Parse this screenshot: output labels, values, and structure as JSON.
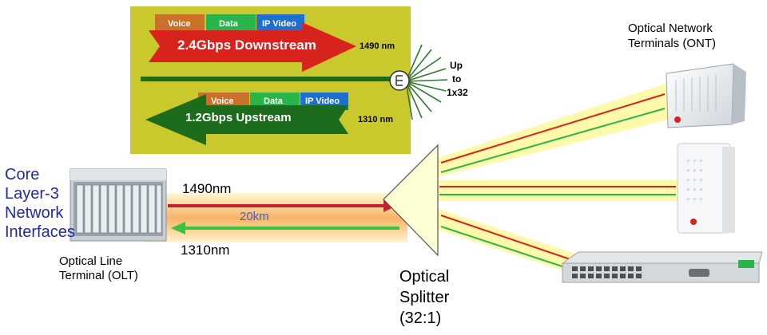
{
  "inset": {
    "downstream_label": "2.4Gbps Downstream",
    "upstream_label": "1.2Gbps Upstream",
    "down_wavelength": "1490 nm",
    "up_wavelength": "1310 nm",
    "tabs": [
      "Voice",
      "Data",
      "IP Video"
    ],
    "split_line1": "Up",
    "split_line2": "to",
    "split_line3": "1x32",
    "colors": {
      "background": "#c9c92e",
      "down_arrow": "#d8231c",
      "up_arrow": "#1d6b1d",
      "tab_voice": "#c9702a",
      "tab_data": "#2ab54a",
      "tab_video": "#1f6fd1"
    }
  },
  "core": {
    "line1": "Core",
    "line2": "Layer-3",
    "line3": "Network",
    "line4": "Interfaces"
  },
  "olt": {
    "line1": "Optical Line",
    "line2": "Terminal (OLT)"
  },
  "trunk": {
    "down": "1490nm",
    "distance": "20km",
    "up": "1310nm"
  },
  "splitter": {
    "line1": "Optical",
    "line2": "Splitter",
    "line3": "(32:1)"
  },
  "ont": {
    "line1": "Optical Network",
    "line2": "Terminals (ONT)"
  }
}
